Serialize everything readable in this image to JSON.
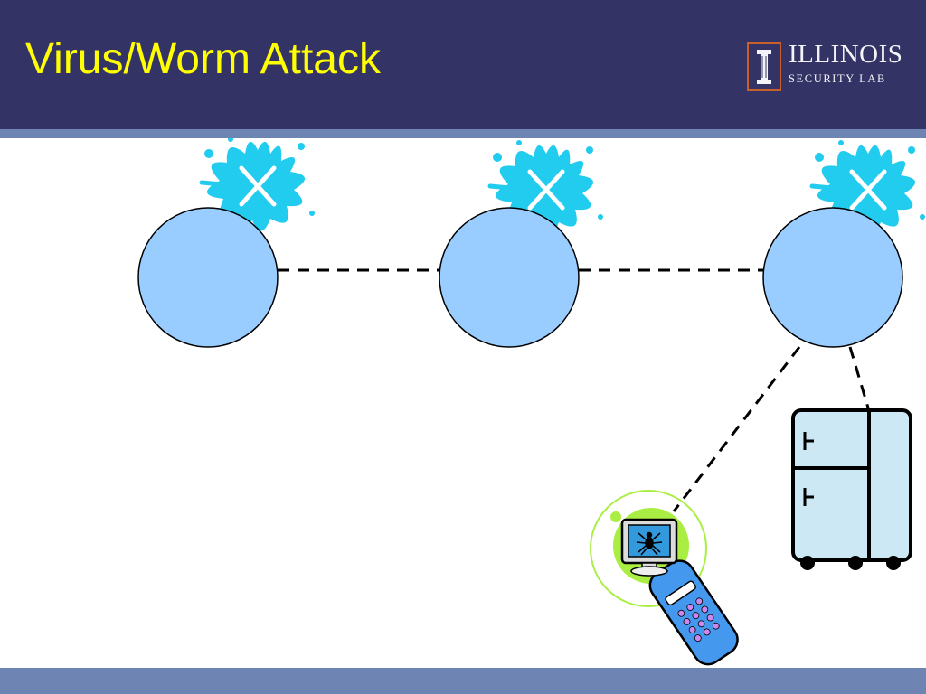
{
  "slide": {
    "title": "Virus/Worm Attack"
  },
  "logo": {
    "brand": "ILLINOIS",
    "subtitle": "SECURITY LAB"
  },
  "diagram": {
    "nodes": [
      {
        "id": "node-1",
        "infected": true
      },
      {
        "id": "node-2",
        "infected": true
      },
      {
        "id": "node-3",
        "infected": true
      }
    ],
    "devices": [
      "cell-phone",
      "refrigerator"
    ],
    "icons": [
      "splat-x-icon",
      "spider-icon",
      "fridge-icon",
      "phone-icon"
    ],
    "colors": {
      "node_fill": "#99ccff",
      "splat": "#22ccee",
      "fridge": "#cce8f4",
      "phone": "#4499ee",
      "glow": "#aaee44",
      "header": "#333366",
      "bar": "#6e84b2",
      "title": "#ffff00"
    }
  }
}
